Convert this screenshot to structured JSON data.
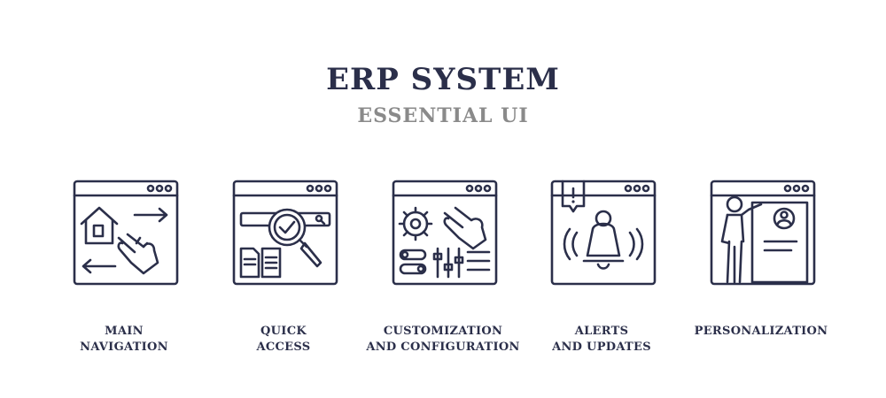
{
  "header": {
    "title": "ERP SYSTEM",
    "subtitle": "ESSENTIAL UI"
  },
  "items": [
    {
      "icon": "main-navigation-icon",
      "label_lines": [
        "MAIN",
        "NAVIGATION"
      ]
    },
    {
      "icon": "quick-access-icon",
      "label_lines": [
        "QUICK",
        "ACCESS"
      ]
    },
    {
      "icon": "customization-icon",
      "label_lines": [
        "CUSTOMIZATION",
        "AND CONFIGURATION"
      ]
    },
    {
      "icon": "alerts-icon",
      "label_lines": [
        "ALERTS",
        "AND UPDATES"
      ]
    },
    {
      "icon": "personalization-icon",
      "label_lines": [
        "PERSONALIZATION"
      ]
    }
  ],
  "colors": {
    "ink": "#2b2f4a",
    "subtitle": "#8a8a8a",
    "background": "#ffffff"
  }
}
